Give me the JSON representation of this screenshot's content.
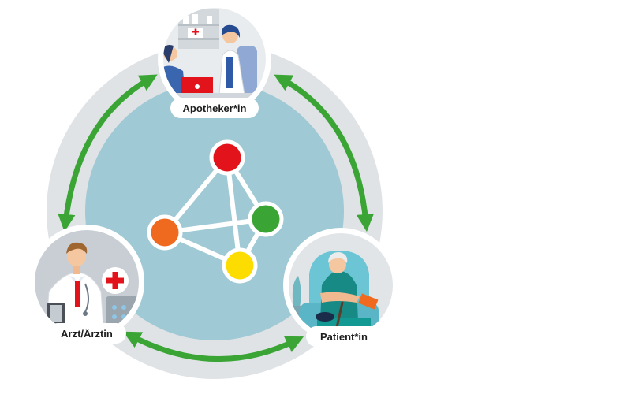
{
  "nodes": {
    "pharmacist": {
      "label": "Apotheker*in",
      "icon": "pharmacist-consultation-illustration"
    },
    "doctor": {
      "label": "Arzt/Ärztin",
      "icon": "doctor-illustration"
    },
    "patient": {
      "label": "Patient*in",
      "icon": "elderly-patient-illustration"
    }
  },
  "network": {
    "dots": [
      {
        "name": "red-dot",
        "color": "#e3131b"
      },
      {
        "name": "green-dot",
        "color": "#3aa535"
      },
      {
        "name": "orange-dot",
        "color": "#ef6a1e"
      },
      {
        "name": "yellow-dot",
        "color": "#fddc00"
      }
    ]
  },
  "colors": {
    "outer_ring": "#dfe3e6",
    "inner_disc": "#9fc9d4",
    "arrows": "#3aa535",
    "red_cross": "#e3131b"
  }
}
